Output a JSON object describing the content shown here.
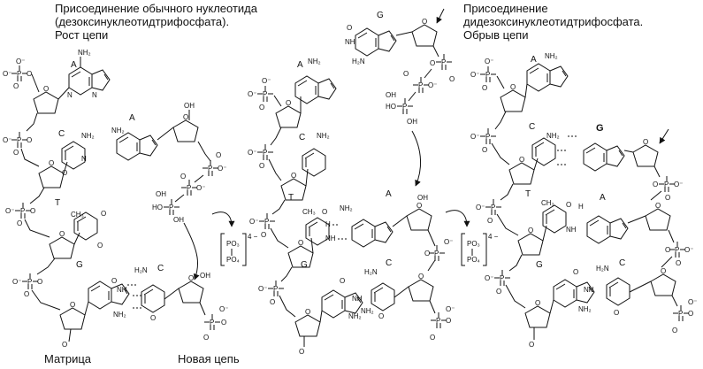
{
  "captions": {
    "left_title": "Присоединение обычного нуклеотида\n(дезоксинуклеотидтрифосфата).\nРост цепи",
    "right_title": "Присоединение\nдидезоксинуклеотидтрифосфата.\nОбрыв цепи",
    "matrix": "Матрица",
    "new_chain": "Новая цепь"
  },
  "bases": {
    "a": "A",
    "c": "C",
    "t": "T",
    "g": "G"
  },
  "groups": {
    "p": "P",
    "o": "O",
    "om": "O⁻",
    "oh": "OH",
    "ho": "HO",
    "nh2": "NH₂",
    "h2n": "H₂N",
    "nh": "NH",
    "n": "N",
    "h": "H",
    "ch3": "CH₃",
    "po3": "PO₃",
    "po4": "PO₄",
    "charge": "4 −"
  },
  "colors": {
    "ink": "#111111",
    "background": "#ffffff"
  }
}
